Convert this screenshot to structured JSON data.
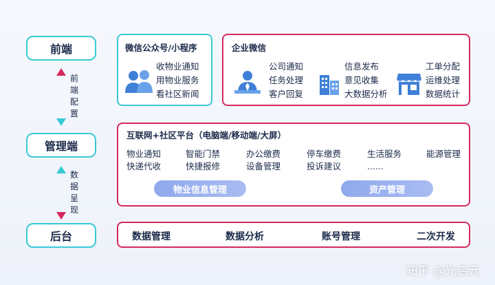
{
  "layers": {
    "front": "前端",
    "manage": "管理端",
    "back": "后台"
  },
  "arrows": {
    "top_label": [
      "前",
      "端",
      "配",
      "置"
    ],
    "bottom_label": [
      "数",
      "据",
      "呈",
      "现"
    ]
  },
  "wechat_panel": {
    "title": "微信公众号/小程序",
    "items": [
      "收物业通知",
      "用物业服务",
      "看社区新闻"
    ]
  },
  "enterprise_panel": {
    "title": "企业微信",
    "col1": [
      "公司通知",
      "任务处理",
      "客户回复"
    ],
    "col2": [
      "信息发布",
      "意见收集",
      "大数据分析"
    ],
    "col3": [
      "工单分配",
      "运维处理",
      "数据统计"
    ]
  },
  "platform_panel": {
    "title": "互联网+社区平台（电脑端/移动端/大屏）",
    "row1": [
      "物业通知",
      "智能门禁",
      "办公缴费",
      "停车缴费",
      "生活服务",
      "能源管理"
    ],
    "row2": [
      "快递代收",
      "快捷报修",
      "设备管理",
      "投诉建议",
      "......"
    ],
    "pill_left": "物业信息管理",
    "pill_right": "资产管理"
  },
  "backend_panel": {
    "items": [
      "数据管理",
      "数据分析",
      "账号管理",
      "二次开发"
    ]
  },
  "watermark": "知乎 @光启元",
  "colors": {
    "cyan": "#38c9d6",
    "red": "#d6285e",
    "pill": "#9bb2ee",
    "icon_blue": "#3f7fd6"
  },
  "icons": [
    "people-icon",
    "businessman-icon",
    "buildings-icon",
    "storefront-icon"
  ]
}
